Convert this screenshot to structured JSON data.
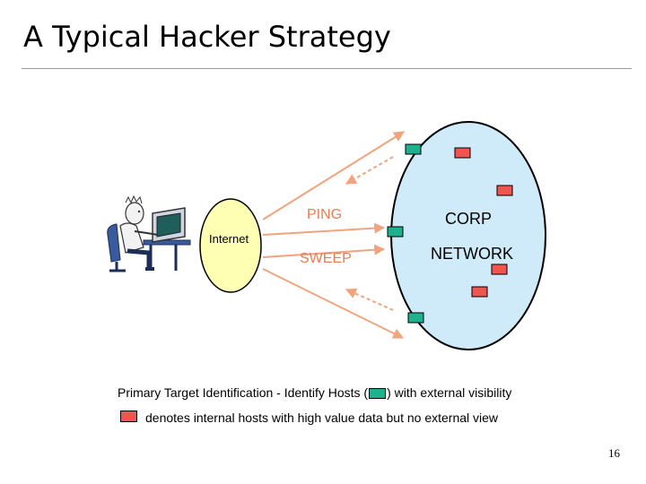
{
  "slide": {
    "title": "A Typical Hacker Strategy",
    "page_number": "16"
  },
  "diagram": {
    "internet_label": "Internet",
    "ping_label": "PING",
    "sweep_label": "SWEEP",
    "corp_label_line1": "CORP",
    "corp_label_line2": "NETWORK",
    "caption_primary_before": "Primary Target Identification - Identify Hosts (",
    "caption_primary_after": ") with external visibility",
    "caption_secondary": "denotes internal hosts with high value data but no external view",
    "colors": {
      "network_fill": "#cfeaf8",
      "internet_fill": "#ffffb3",
      "arrow": "#f0a47e",
      "external_host": "#1fb08e",
      "internal_host": "#f0554f"
    }
  }
}
